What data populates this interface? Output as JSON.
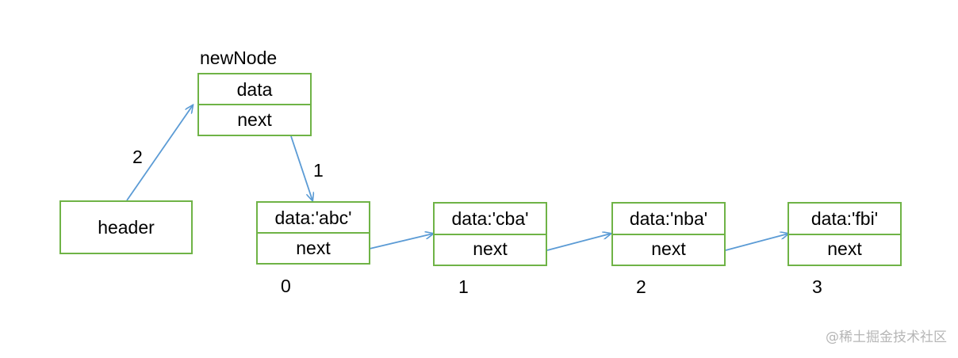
{
  "new_node": {
    "caption": "newNode",
    "data_label": "data",
    "next_label": "next"
  },
  "header": {
    "label": "header"
  },
  "nodes": [
    {
      "data_label": "data:'abc'",
      "next_label": "next",
      "index": "0"
    },
    {
      "data_label": "data:'cba'",
      "next_label": "next",
      "index": "1"
    },
    {
      "data_label": "data:'nba'",
      "next_label": "next",
      "index": "2"
    },
    {
      "data_label": "data:'fbi'",
      "next_label": "next",
      "index": "3"
    }
  ],
  "steps": {
    "header_to_new_node": "2",
    "new_node_to_first": "1"
  },
  "watermark": "@稀土掘金技术社区",
  "colors": {
    "box_border": "#6fb346",
    "arrow": "#5b9bd5",
    "watermark": "#b6b6b6"
  }
}
